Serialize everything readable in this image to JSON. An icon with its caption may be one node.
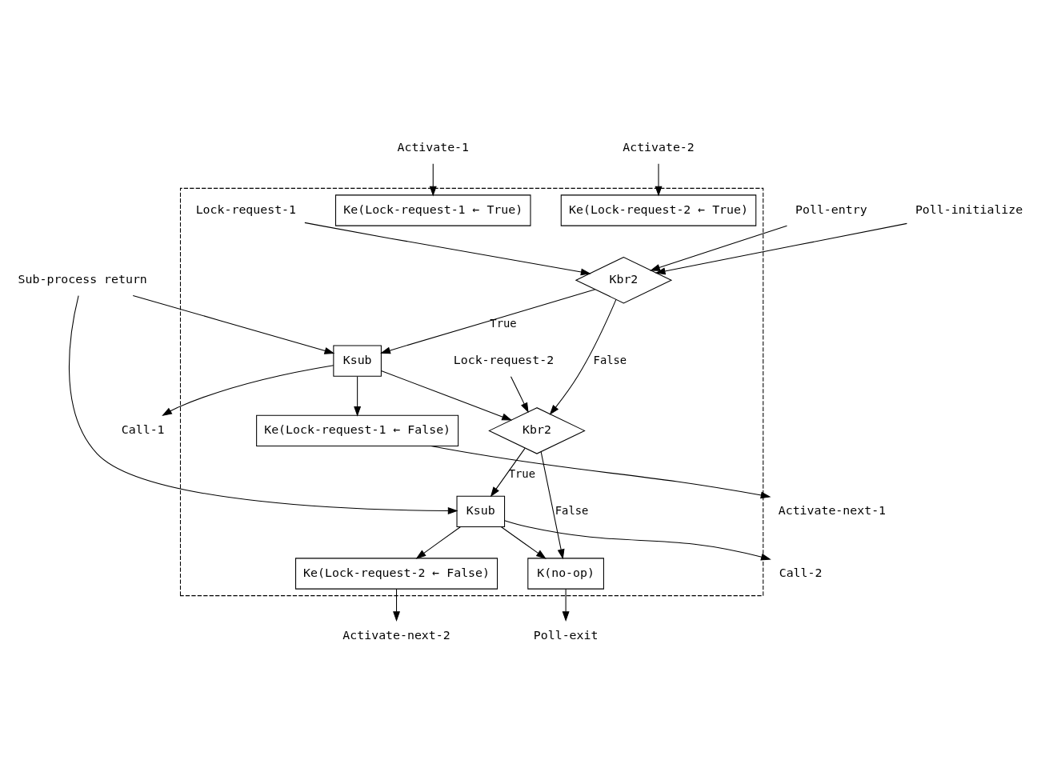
{
  "diagram": {
    "nodes": [
      {
        "text": [],
        "shape": "box"
      },
      {
        "text": [
          "Activate-1"
        ]
      },
      {
        "text": [
          "Activate-2"
        ]
      },
      {
        "text": [
          "Ke(Lock-request-1 ← True)"
        ],
        "in": 0
      },
      {
        "text": [
          "Ke(Lock-request-2 ← True)"
        ],
        "in": 0
      },
      {
        "text": [
          "Poll-entry"
        ]
      },
      {
        "text": [
          "Poll-initialize"
        ]
      },
      {
        "text": [
          "Kbr2"
        ],
        "in": 0
      },
      {
        "text": [
          "Lock-request-1"
        ],
        "in": 0
      },
      {
        "text": [
          "Kbr2"
        ],
        "in": 0
      },
      {
        "text": [
          "Lock-request-2"
        ],
        "in": 0
      },
      {
        "text": [
          "Poll-exit"
        ]
      },
      {
        "text": [
          "Ksub"
        ],
        "in": 0
      },
      {
        "text": [
          "Ksub"
        ],
        "in": 0
      },
      {
        "text": [
          "K(no-op)"
        ],
        "in": 0
      },
      {
        "text": [
          "Sub-process return"
        ]
      },
      {
        "text": [
          "Ke(Lock-request-1 ← False)"
        ],
        "in": 0
      },
      {
        "text": [
          "Ke(Lock-request-2 ← False)"
        ],
        "in": 0
      },
      {
        "text": [
          "Activate-next-1"
        ]
      },
      {
        "text": [
          "Call-1"
        ]
      },
      {
        "text": [
          "Activate-next-2"
        ]
      },
      {
        "text": [
          "Call-2"
        ]
      }
    ],
    "edges": [
      {
        "from": 1,
        "to": 3,
        "arrow": "to"
      },
      {
        "from": 2,
        "to": 4,
        "arrow": "to"
      },
      {
        "from": 5,
        "to": 7,
        "arrow": "to"
      },
      {
        "from": 6,
        "to": 7,
        "arrow": "to"
      },
      {
        "from": 8,
        "to": 7,
        "arrow": "to"
      },
      {
        "from": 7,
        "to": 12,
        "arrow": "to",
        "label": "True"
      },
      {
        "from": 7,
        "to": 9,
        "arrow": "to",
        "label": "False"
      },
      {
        "from": 12,
        "to": 16,
        "arrow": "to"
      },
      {
        "from": 12,
        "to": 9,
        "arrow": "to"
      },
      {
        "from": 12,
        "to": 19,
        "arrow": "to"
      },
      {
        "from": 15,
        "to": 12,
        "arrow": "to"
      },
      {
        "from": 16,
        "to": 18,
        "arrow": "to"
      },
      {
        "from": 10,
        "to": 9,
        "arrow": "to"
      },
      {
        "from": 9,
        "to": 13,
        "arrow": "to",
        "label": "True"
      },
      {
        "from": 9,
        "to": 14,
        "arrow": "to",
        "label": "False"
      },
      {
        "from": 13,
        "to": 17,
        "arrow": "to"
      },
      {
        "from": 13,
        "to": 14,
        "arrow": "to"
      },
      {
        "from": 13,
        "to": 21,
        "arrow": "to"
      },
      {
        "from": 15,
        "to": 13,
        "arrow": "to"
      },
      {
        "from": 14,
        "to": 11,
        "arrow": "to"
      },
      {
        "from": 17,
        "to": 20,
        "arrow": "to"
      }
    ]
  }
}
